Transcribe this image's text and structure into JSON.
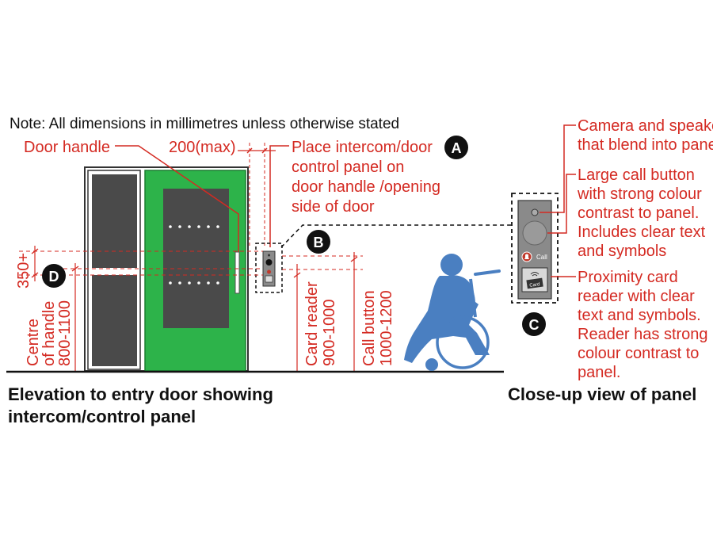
{
  "note": "Note: All dimensions in millimetres unless otherwise stated",
  "labels": {
    "door_handle": "Door handle",
    "max_offset": "200(max)",
    "place_line1": "Place intercom/door",
    "place_line2": "control panel on",
    "place_line3": "door handle /opening",
    "place_line4": "side of door",
    "dim_350": "350+",
    "centre_handle_line1": "Centre",
    "centre_handle_line2": "of handle",
    "centre_handle_line3": "800-1100",
    "card_reader_line1": "Card reader",
    "card_reader_line2": "900-1000",
    "call_button_line1": "Call button",
    "call_button_line2": "1000-1200",
    "camera_line1": "Camera and speaker",
    "camera_line2": "that blend into panel",
    "call_btn_desc_line1": "Large call button",
    "call_btn_desc_line2": "with strong colour",
    "call_btn_desc_line3": "contrast to panel.",
    "call_btn_desc_line4": "Includes clear text",
    "call_btn_desc_line5": "and symbols",
    "prox_line1": "Proximity card",
    "prox_line2": "reader with clear",
    "prox_line3": "text and symbols.",
    "prox_line4": "Reader has strong",
    "prox_line5": "colour contrast to",
    "prox_line6": "panel.",
    "panel_call": "Call",
    "panel_card": "Card"
  },
  "markers": {
    "a": "A",
    "b": "B",
    "c": "C",
    "d": "D"
  },
  "captions": {
    "elevation_line1": "Elevation to entry door showing",
    "elevation_line2": "intercom/control panel",
    "closeup": "Close-up view of panel"
  },
  "colors": {
    "annotation": "#d42a22",
    "door_green": "#2db34a",
    "glass": "#4a4a4a",
    "panel": "#8a8a8a",
    "wheelchair_figure": "#4a7fc1",
    "call_button": "#c0392b"
  },
  "icons": {
    "wheelchair": "wheelchair-user-icon",
    "bell": "bell-icon",
    "card": "card-reader-icon"
  }
}
